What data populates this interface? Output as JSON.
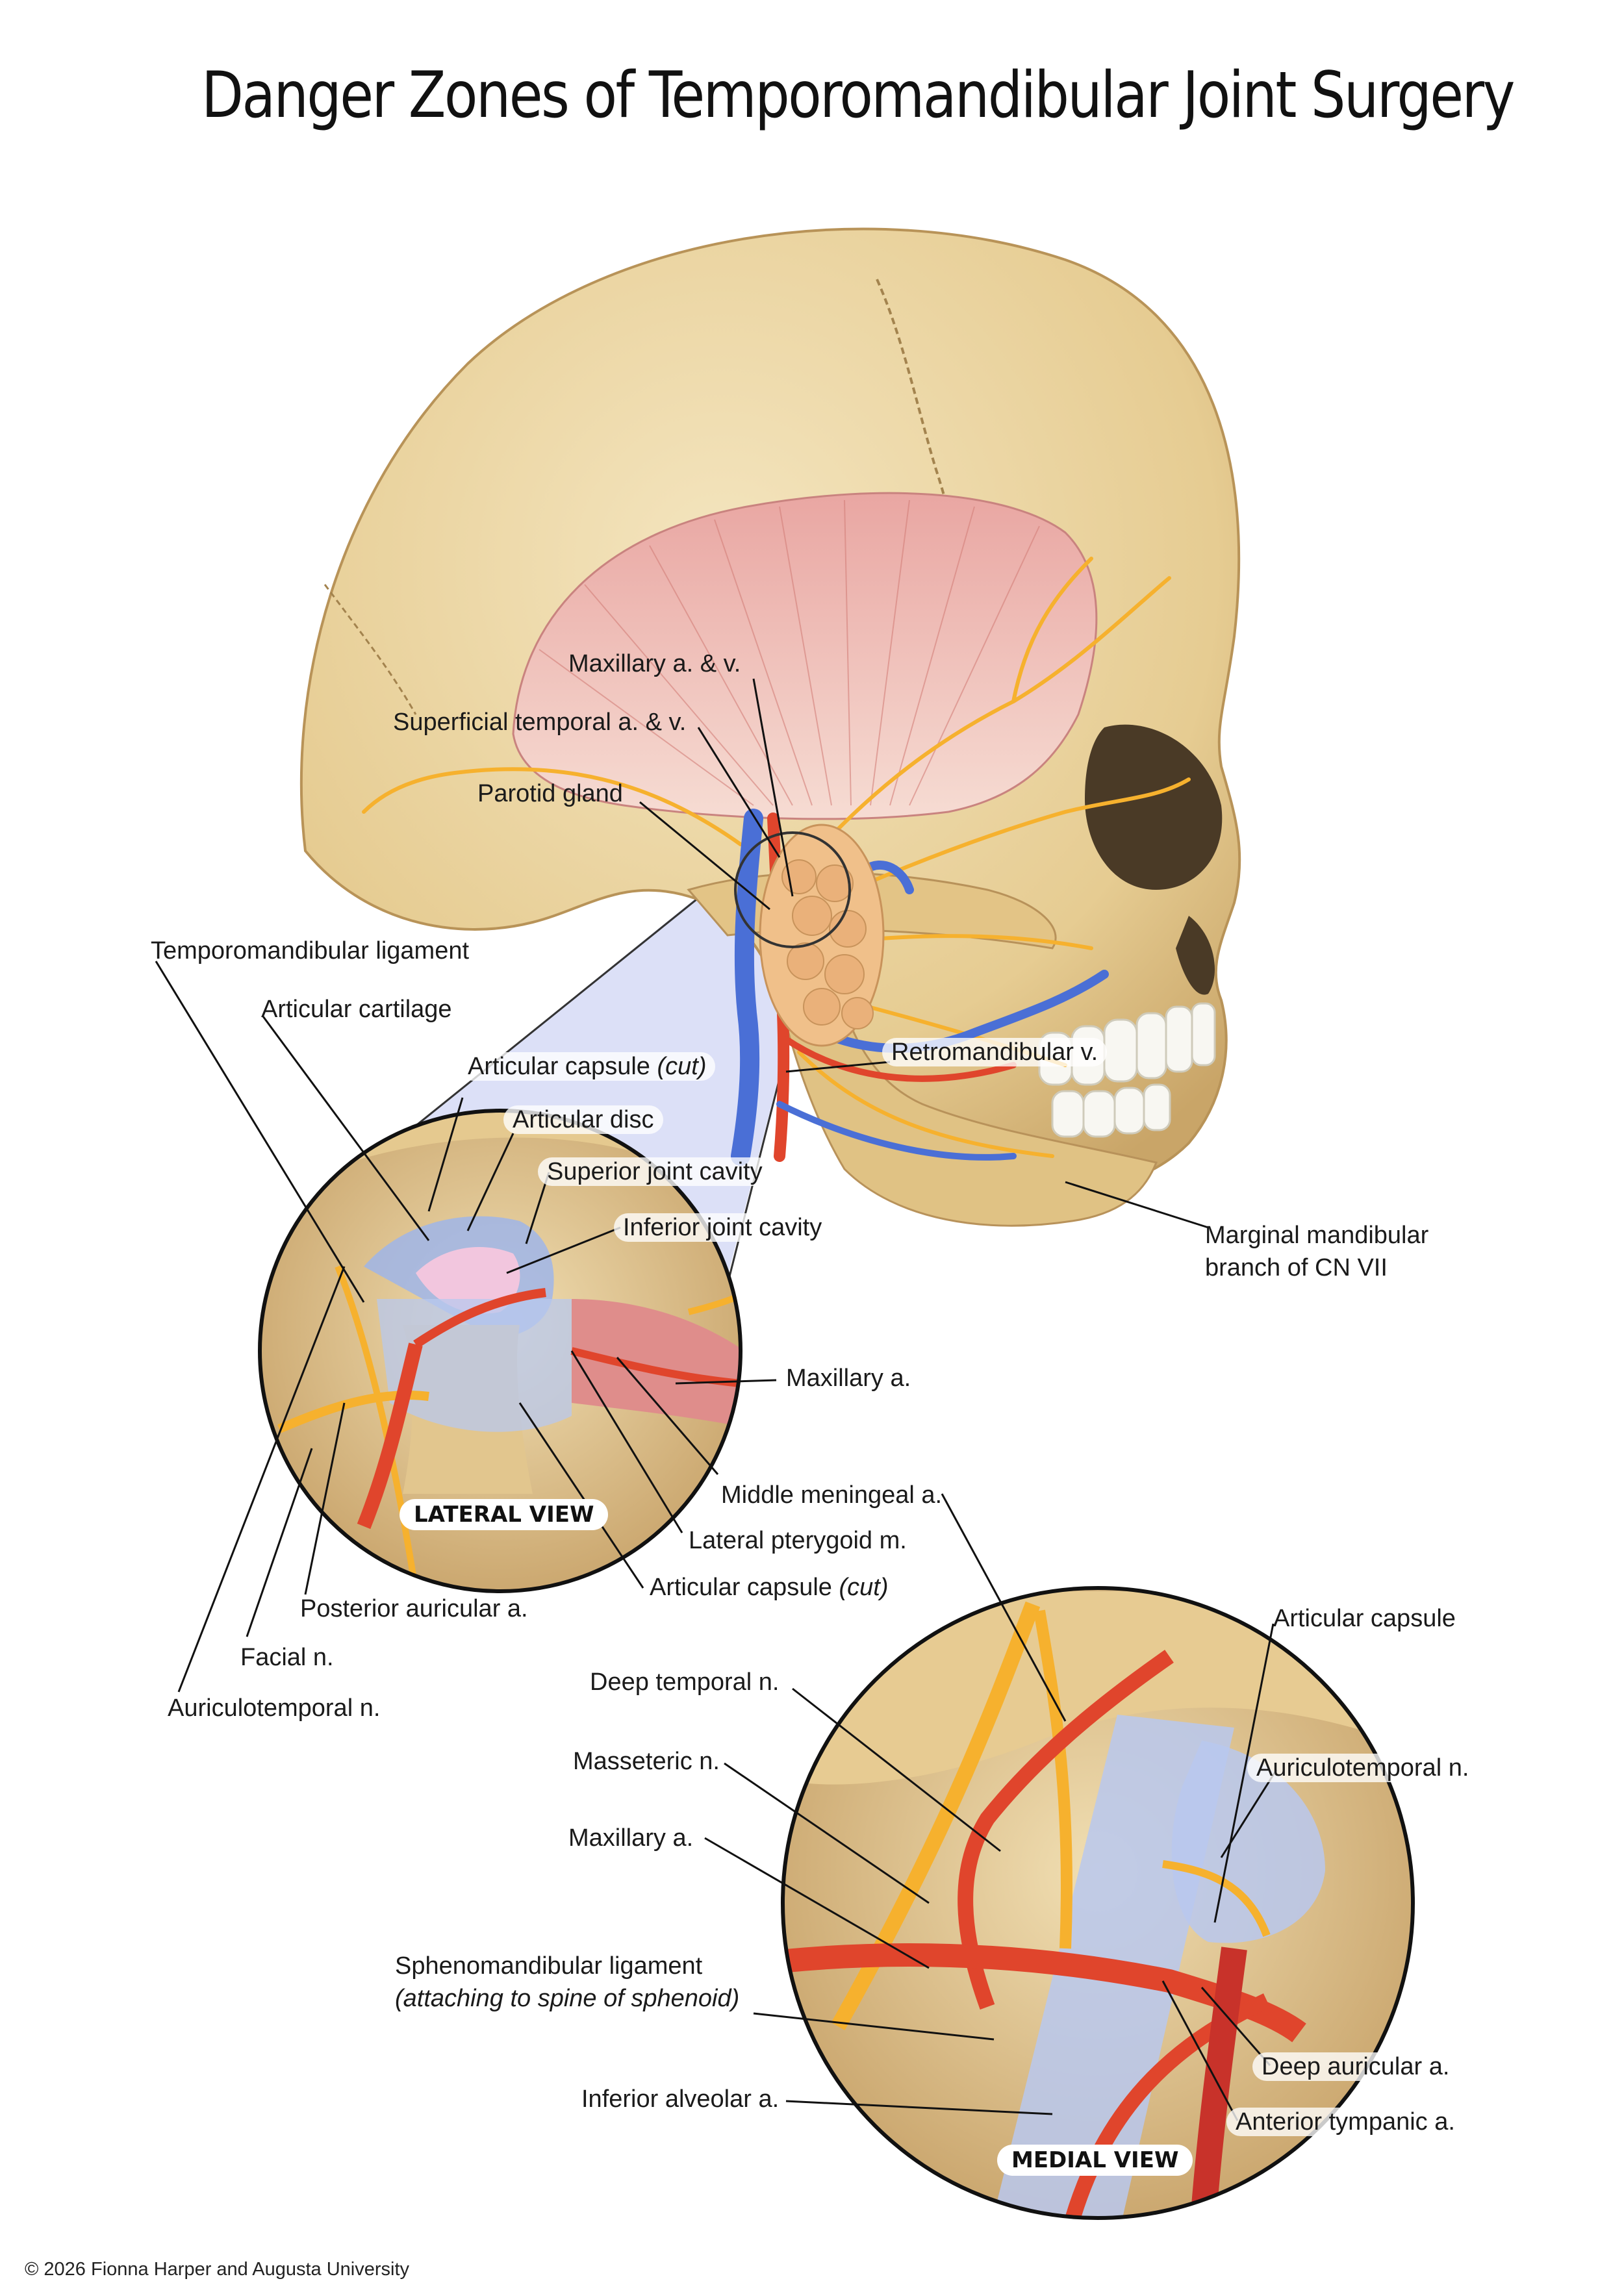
{
  "title": "Danger Zones of Temporomandibular Joint Surgery",
  "labels": {
    "maxillary_av": "Maxillary a. & v.",
    "superficial_temporal": "Superficial temporal a. & v.",
    "parotid": "Parotid gland",
    "tm_ligament": "Temporomandibular ligament",
    "articular_cartilage": "Articular cartilage",
    "capsule_cut_top": "Articular capsule",
    "cut": "(cut)",
    "articular_disc": "Articular disc",
    "superior_cavity": "Superior joint cavity",
    "inferior_cavity": "Inferior joint cavity",
    "retromandibular": "Retromandibular v.",
    "marginal_1": "Marginal mandibular",
    "marginal_2": "branch of CN VII",
    "maxillary_a_lat": "Maxillary a.",
    "middle_meningeal": "Middle meningeal a.",
    "lateral_pterygoid": "Lateral pterygoid m.",
    "capsule_cut_bottom": "Articular capsule",
    "posterior_auricular": "Posterior auricular a.",
    "facial_n": "Facial n.",
    "auriculotemporal_left": "Auriculotemporal n.",
    "articular_capsule_med": "Articular capsule",
    "deep_temporal": "Deep temporal n.",
    "auriculotemporal_right": "Auriculotemporal n.",
    "masseteric": "Masseteric n.",
    "maxillary_a_med": "Maxillary a.",
    "spheno_1": "Sphenomandibular ligament",
    "spheno_2": "(attaching to spine of sphenoid)",
    "deep_auricular": "Deep auricular a.",
    "inferior_alveolar": "Inferior alveolar a.",
    "anterior_tympanic": "Anterior tympanic a."
  },
  "views": {
    "lateral": "LATERAL VIEW",
    "medial": "MEDIAL VIEW"
  },
  "copyright": "© 2026 Fionna Harper and Augusta  University",
  "colors": {
    "bone": "#ecd6a4",
    "bone_shadow": "#caa66a",
    "muscle": "#e8a3a0",
    "nerve": "#f6b12e",
    "artery": "#e0452c",
    "vein": "#4a6fd6",
    "ligament": "#b8c8ee",
    "gland": "#f0c08a",
    "zoom_fill": "#d6daf6"
  }
}
